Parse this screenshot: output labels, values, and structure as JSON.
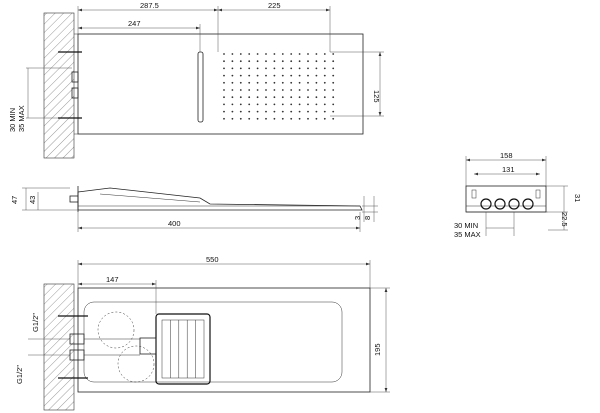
{
  "top_view": {
    "dim_overall_offset": "287.5",
    "dim_bar_offset": "247",
    "dim_nozzle_width": "225",
    "dim_height": "125",
    "dim_wall_min": "30 MIN",
    "dim_wall_max": "35 MAX"
  },
  "side_view": {
    "dim_depth_a": "47",
    "dim_depth_b": "43",
    "dim_length": "400",
    "dim_thickness_a": "3",
    "dim_thickness_b": "8"
  },
  "section_view": {
    "dim_outer": "158",
    "dim_inner": "131",
    "dim_height": "31",
    "dim_depth": "22.5",
    "dim_wall_min": "30 MIN",
    "dim_wall_max": "35 MAX"
  },
  "bottom_view": {
    "dim_overall": "550",
    "dim_offset": "147",
    "dim_height": "195",
    "thread_top": "G1/2\"",
    "thread_bottom": "G1/2\""
  }
}
